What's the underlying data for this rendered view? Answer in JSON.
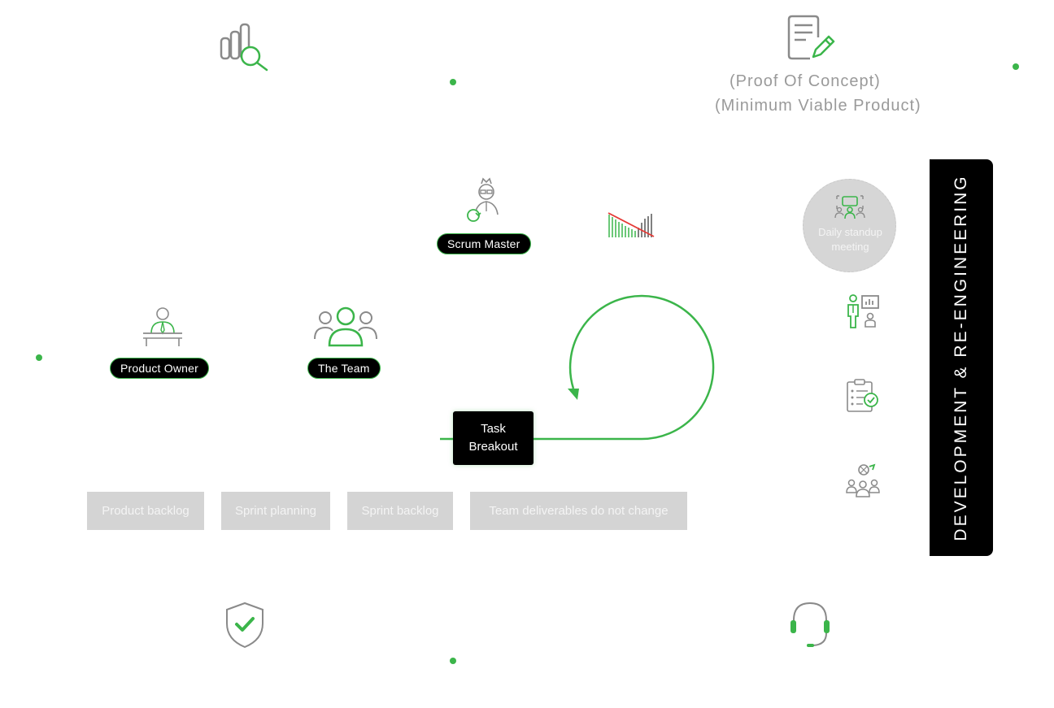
{
  "roles": {
    "scrum_master": "Scrum Master",
    "product_owner": "Product Owner",
    "the_team": "The Team"
  },
  "poc": {
    "line1": "(Proof Of Concept)",
    "line2": "(Minimum Viable Product)"
  },
  "task_breakout": {
    "line1": "Task",
    "line2": "Breakout"
  },
  "standup": {
    "line1": "Daily standup",
    "line2": "meeting"
  },
  "stages": [
    "Product backlog",
    "Sprint planning",
    "Sprint backlog",
    "Team deliverables do not change"
  ],
  "side_panel_title": "DEVELOPMENT & RE-ENGINEERING",
  "colors": {
    "accent": "#3bb54a",
    "dark": "#000000",
    "muted": "#9a9a9a",
    "stage_bg": "#d4d4d4",
    "standup_bg": "#d6d6d6"
  },
  "icons": [
    "analytics-search-icon",
    "document-edit-icon",
    "scrum-master-icon",
    "burndown-chart-icon",
    "product-owner-icon",
    "team-icon",
    "standup-meeting-icon",
    "presenter-icon",
    "checklist-icon",
    "team-settings-icon",
    "shield-check-icon",
    "headset-icon"
  ]
}
